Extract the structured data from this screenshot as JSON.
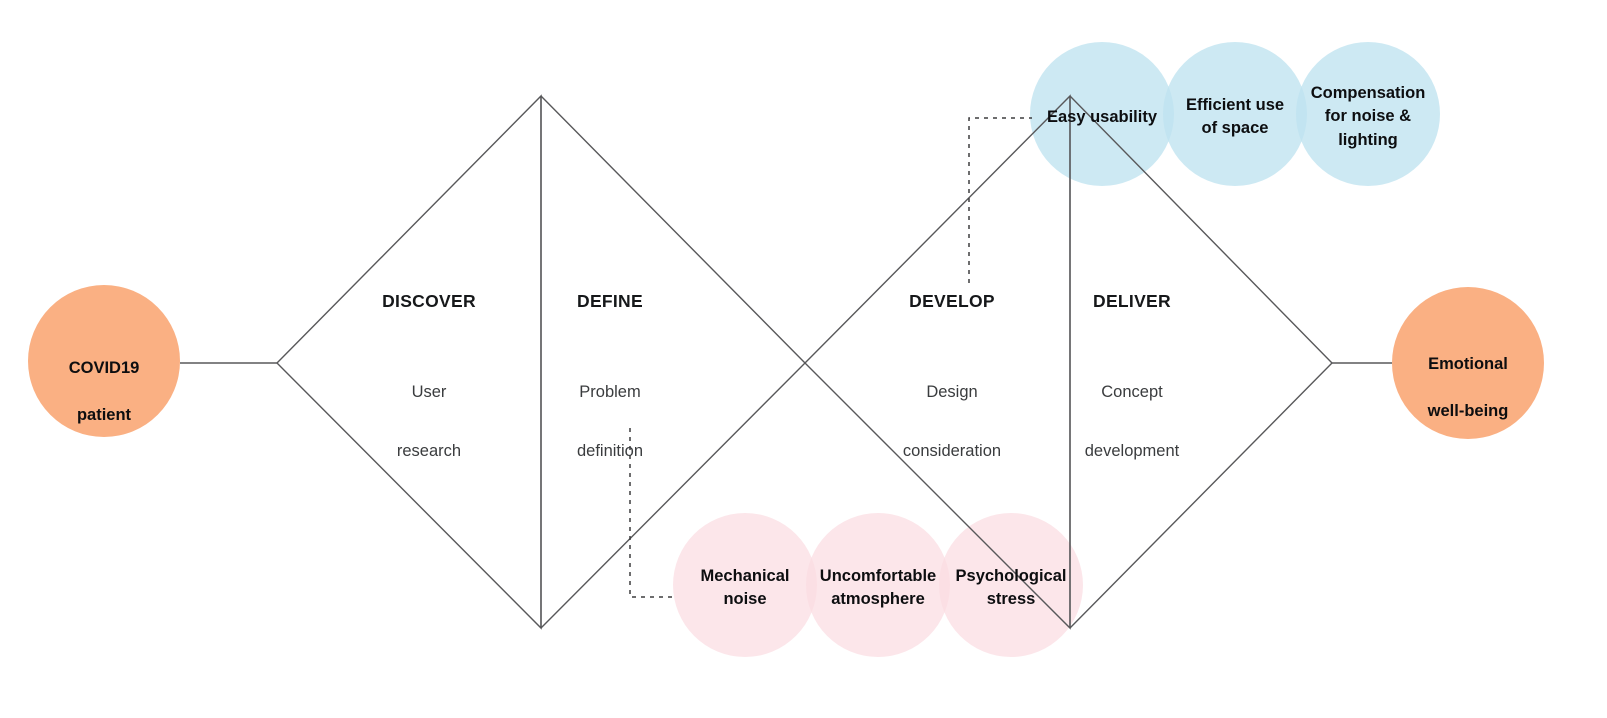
{
  "diagram": {
    "title": "Double Diamond Design Process",
    "colors": {
      "orange": "#fab083",
      "blue": "#bfe3f0",
      "pink": "#fbdde2",
      "line": "#58585a",
      "text": "#000000"
    }
  },
  "start_node": {
    "label": "COVID19\npatient",
    "line1": "COVID19",
    "line2": "patient"
  },
  "end_node": {
    "label": "Emotional\nwell-being",
    "line1": "Emotional",
    "line2": "well-being"
  },
  "phases": [
    {
      "title": "DISCOVER",
      "subtitle": "User\nresearch",
      "sub_line1": "User",
      "sub_line2": "research"
    },
    {
      "title": "DEFINE",
      "subtitle": "Problem\ndefinition",
      "sub_line1": "Problem",
      "sub_line2": "definition"
    },
    {
      "title": "DEVELOP",
      "subtitle": "Design\nconsideration",
      "sub_line1": "Design",
      "sub_line2": "consideration"
    },
    {
      "title": "DELIVER",
      "subtitle": "Concept\ndevelopment",
      "sub_line1": "Concept",
      "sub_line2": "development"
    }
  ],
  "opportunity_nodes": [
    {
      "label": "Easy usability"
    },
    {
      "label": "Efficient use\nof space"
    },
    {
      "label": "Compensation\nfor noise &\nlighting"
    }
  ],
  "problem_nodes": [
    {
      "label": "Mechanical\nnoise"
    },
    {
      "label": "Uncomfortable\natmosphere"
    },
    {
      "label": "Psychological\nstress"
    }
  ]
}
